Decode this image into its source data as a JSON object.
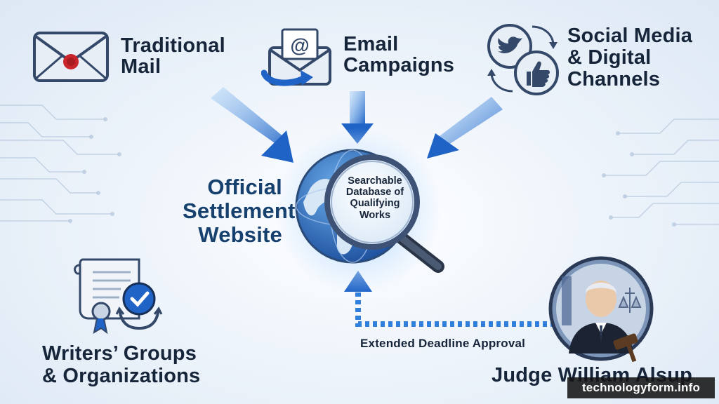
{
  "channels": {
    "mail": {
      "line1": "Traditional",
      "line2": "Mail"
    },
    "email": {
      "line1": "Email",
      "line2": "Campaigns",
      "glyph": "@"
    },
    "social": {
      "line1": "Social Media",
      "line2": "& Digital",
      "line3": "Channels"
    }
  },
  "hub": {
    "title_line1": "Official",
    "title_line2": "Settlement",
    "title_line3": "Website",
    "lens_line1": "Searchable",
    "lens_line2": "Database of",
    "lens_line3": "Qualifying",
    "lens_line4": "Works"
  },
  "writers": {
    "line1": "Writers’ Groups",
    "line2": "& Organizations"
  },
  "judge": {
    "name": "Judge William Alsup",
    "link_label": "Extended Deadline Approval"
  },
  "watermark": "technologyform.info",
  "colors": {
    "arrow_blue": "#1f63c6",
    "text_dark": "#17253a",
    "hub_title": "#16406e",
    "seal_red": "#c9252b"
  },
  "icons": {
    "mail": "envelope-with-wax-seal-icon",
    "email": "envelope-with-at-sign-icon",
    "social": "twitter-bird-and-thumbs-up-icon",
    "globe": "globe-with-magnifier-icon",
    "writers": "certificate-with-hands-icon",
    "judge": "judge-portrait-icon"
  }
}
